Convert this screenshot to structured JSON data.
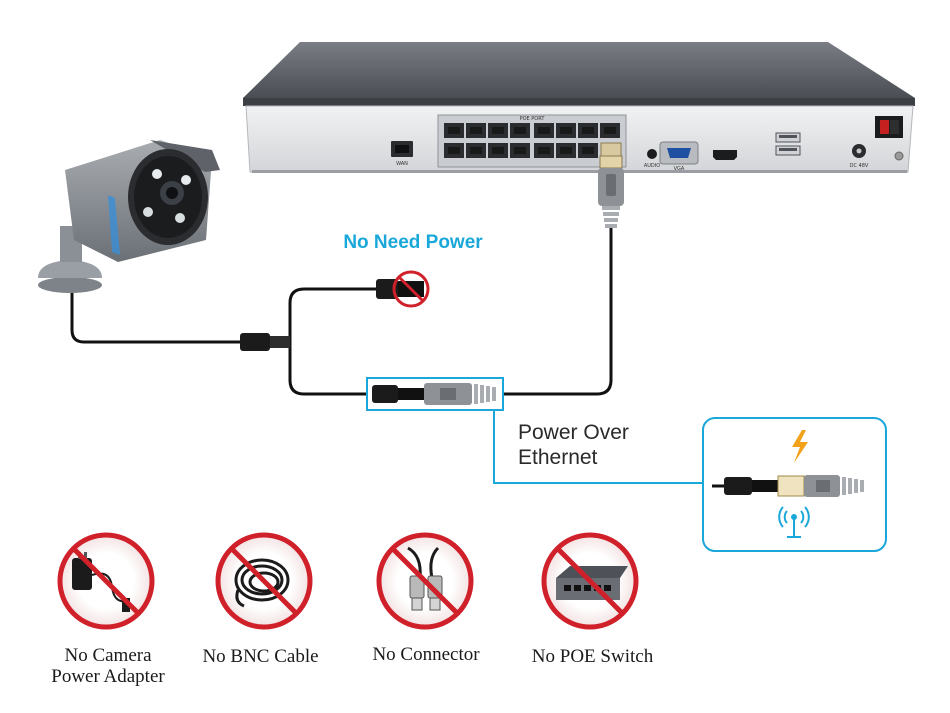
{
  "labels": {
    "no_need_power": "No Need Power",
    "power_over_ethernet_line1": "Power Over",
    "power_over_ethernet_line2": "Ethernet"
  },
  "nvr_ports": {
    "wan": "WAN",
    "poe_port": "POE PORT",
    "audio": "AUDIO",
    "vga": "VGA",
    "dc_in": "DC 48V"
  },
  "prohibited_items": [
    {
      "icon": "power-adapter-icon",
      "line1": "No Camera",
      "line2": "Power Adapter"
    },
    {
      "icon": "bnc-cable-icon",
      "line1": "No BNC Cable"
    },
    {
      "icon": "bnc-connector-icon",
      "line1": "No Connector"
    },
    {
      "icon": "poe-switch-icon",
      "line1": "No POE Switch"
    }
  ],
  "colors": {
    "accent": "#1aa7d9",
    "prohibit_red": "#d0202a",
    "cable": "#111111",
    "nvr_front": "#e6e7e9",
    "nvr_top": "#5d6166",
    "camera_body": "#8b9096"
  }
}
